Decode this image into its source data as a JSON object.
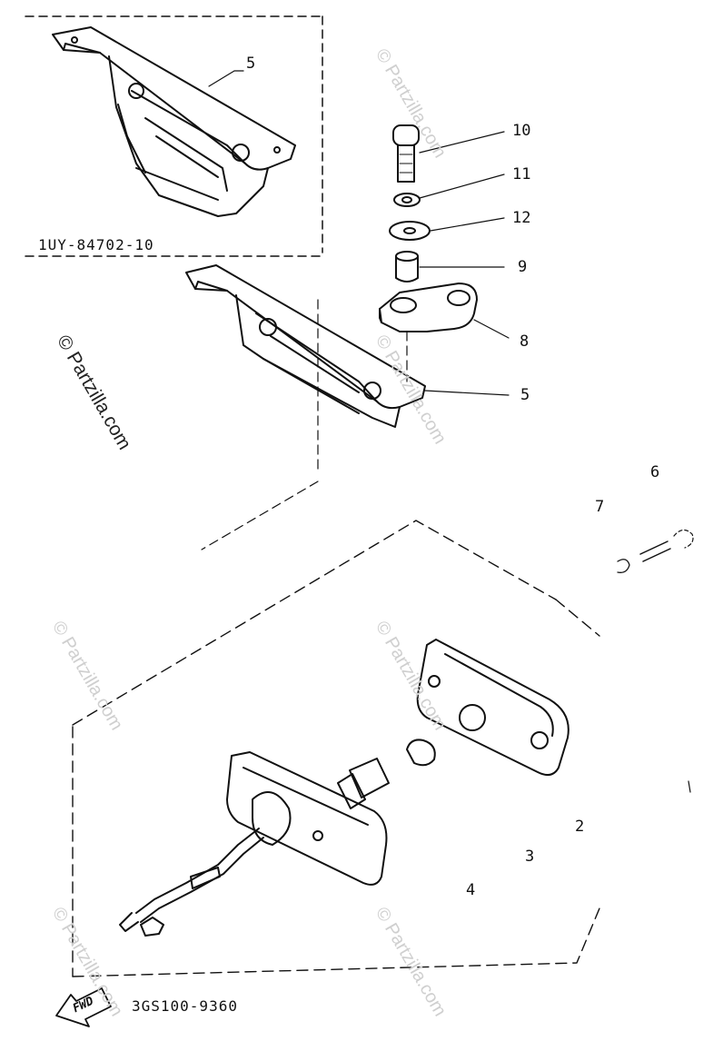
{
  "callouts": {
    "n1": "5",
    "n2": "10",
    "n3": "11",
    "n4": "12",
    "n5": "9",
    "n6": "8",
    "n7": "5",
    "n8": "6",
    "n9": "7",
    "n10": "2",
    "n11": "3",
    "n12": "4"
  },
  "codes": {
    "inset_code": "1UY-84702-10",
    "bottom_code": "3GS100-9360"
  },
  "fwd_label": "FWD",
  "watermark": "© Partzilla.com"
}
